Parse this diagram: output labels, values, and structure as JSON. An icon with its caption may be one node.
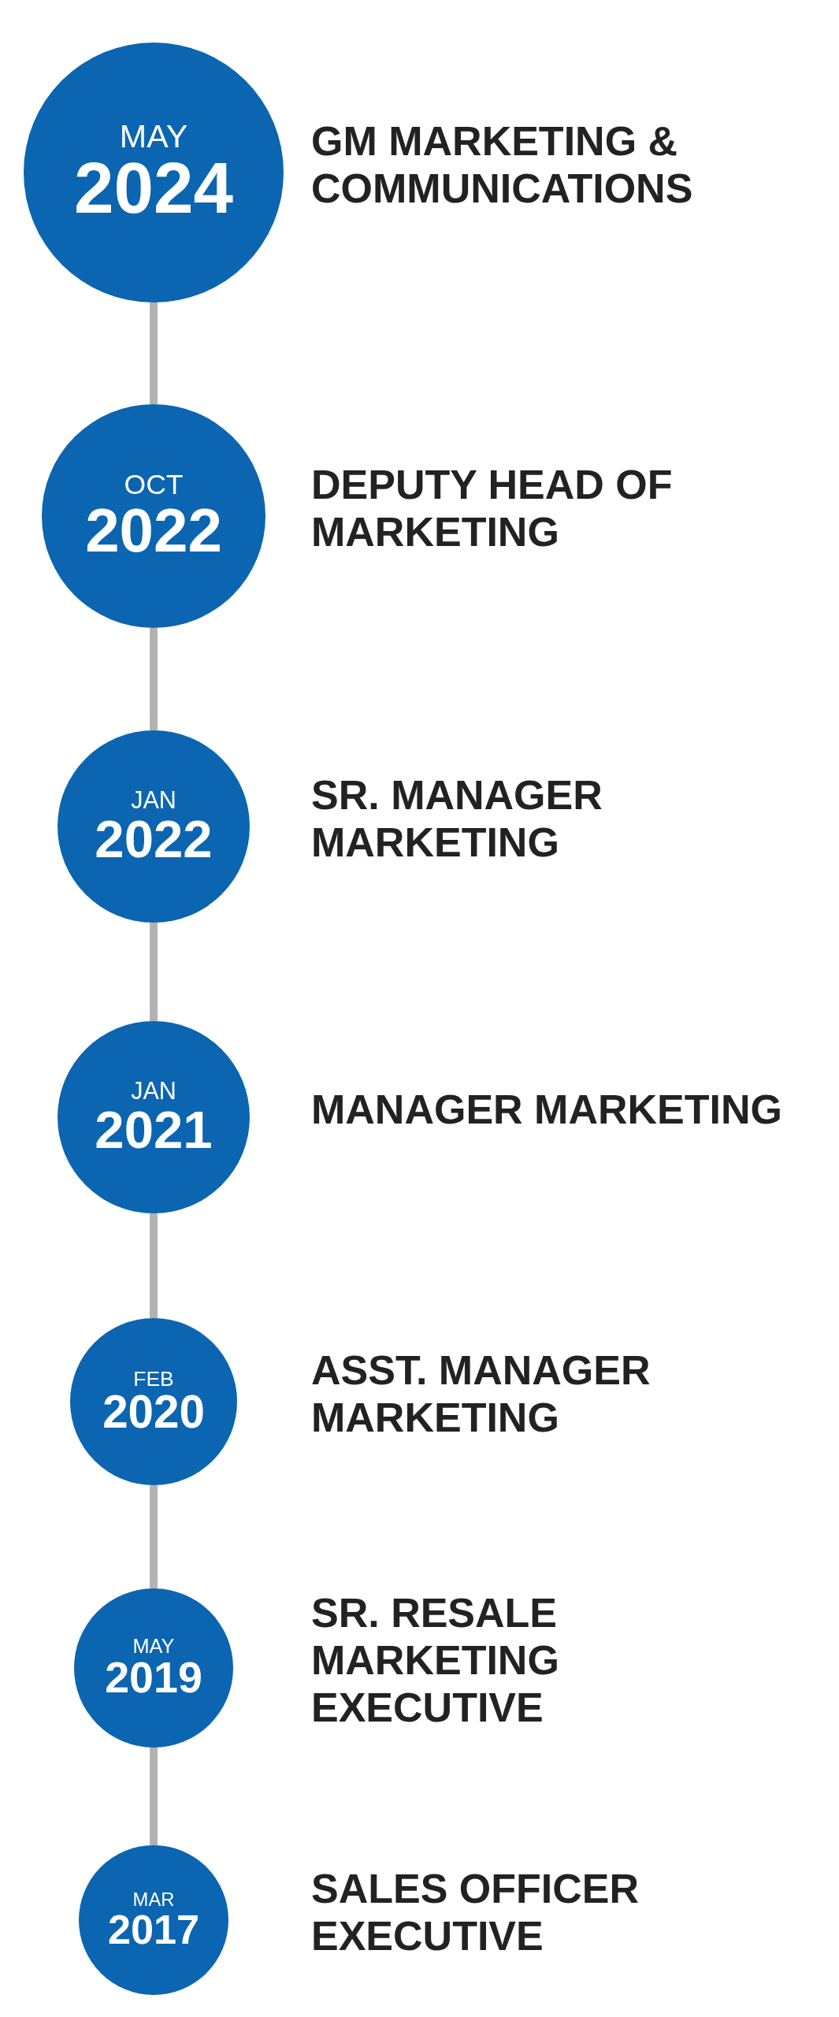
{
  "diagram": {
    "nodes": [
      {
        "text": [
          "MAY",
          "2024"
        ],
        "beside": [
          "GM MARKETING & COMMUNICATIONS"
        ]
      },
      {
        "text": [
          "OCT",
          "2022"
        ],
        "beside": [
          "DEPUTY HEAD OF MARKETING"
        ]
      },
      {
        "text": [
          "JAN",
          "2022"
        ],
        "beside": [
          "SR. MANAGER MARKETING"
        ]
      },
      {
        "text": [
          "JAN",
          "2021"
        ],
        "beside": [
          "MANAGER MARKETING"
        ]
      },
      {
        "text": [
          "FEB",
          "2020"
        ],
        "beside": [
          "ASST. MANAGER MARKETING"
        ]
      },
      {
        "text": [
          "MAY",
          "2019"
        ],
        "beside": [
          "SR. RESALE MARKETING EXECUTIVE"
        ]
      },
      {
        "text": [
          "MAR",
          "2017"
        ],
        "beside": [
          "SALES OFFICER EXECUTIVE"
        ]
      }
    ],
    "edges": [
      {
        "from": 0,
        "to": 1,
        "arrow": "none"
      },
      {
        "from": 1,
        "to": 2,
        "arrow": "none"
      },
      {
        "from": 2,
        "to": 3,
        "arrow": "none"
      },
      {
        "from": 3,
        "to": 4,
        "arrow": "none"
      },
      {
        "from": 4,
        "to": 5,
        "arrow": "none"
      },
      {
        "from": 5,
        "to": 6,
        "arrow": "none"
      }
    ]
  }
}
